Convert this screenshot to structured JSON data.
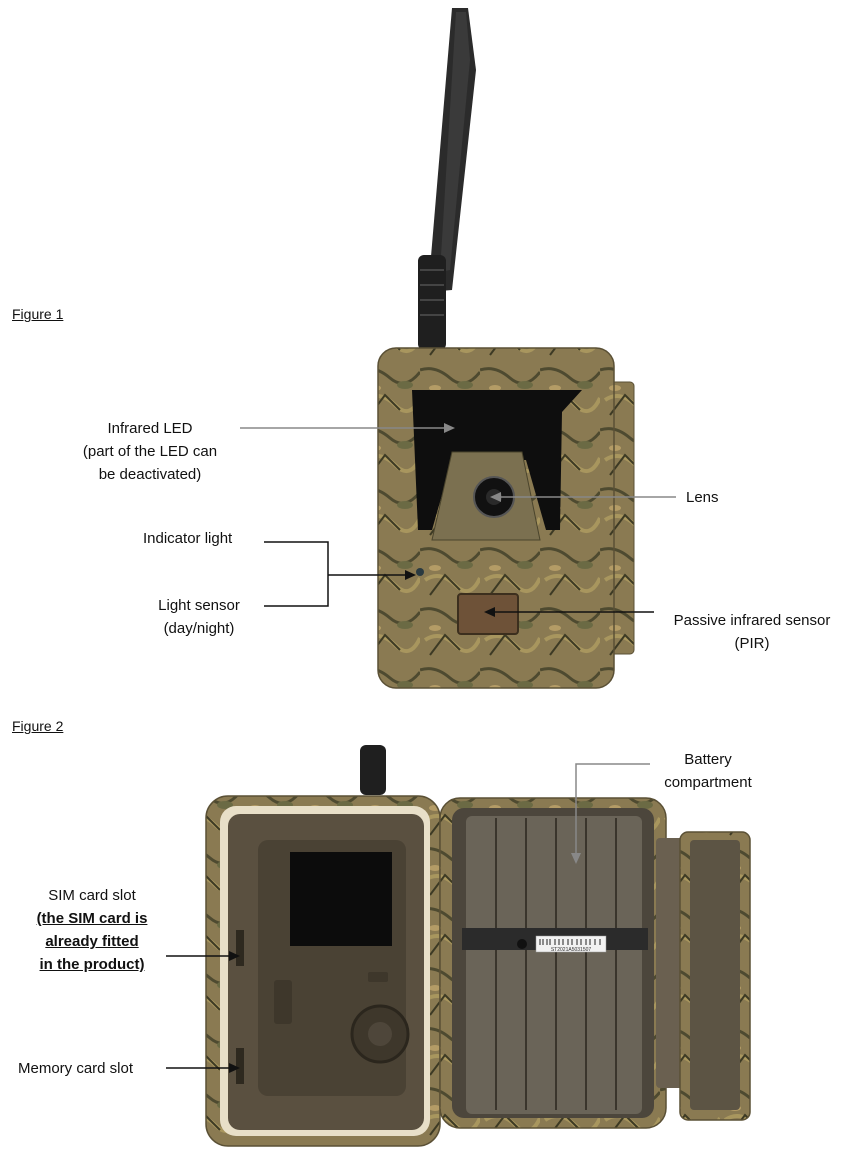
{
  "figure1": {
    "title": "Figure 1",
    "labels": {
      "infrared_led": [
        "Infrared LED",
        "(part of the LED can",
        "be deactivated)"
      ],
      "lens": "Lens",
      "indicator_light": "Indicator light",
      "light_sensor": [
        "Light sensor",
        "(day/night)"
      ],
      "pir": [
        "Passive infrared sensor",
        "(PIR)"
      ]
    }
  },
  "figure2": {
    "title": "Figure 2",
    "labels": {
      "battery": [
        "Battery",
        "compartment"
      ],
      "sim_slot": [
        "SIM card slot",
        "(the SIM card is",
        "already fitted",
        "in the product)"
      ],
      "memory_slot": "Memory card slot"
    },
    "serial_sticker": "ST2021A5031507"
  },
  "colors": {
    "camo_base": "#8a7a52",
    "camo_dark": "#4e4a30",
    "housing_brown": "#5a5040",
    "callout_gray": "#888888",
    "callout_black": "#111111"
  }
}
